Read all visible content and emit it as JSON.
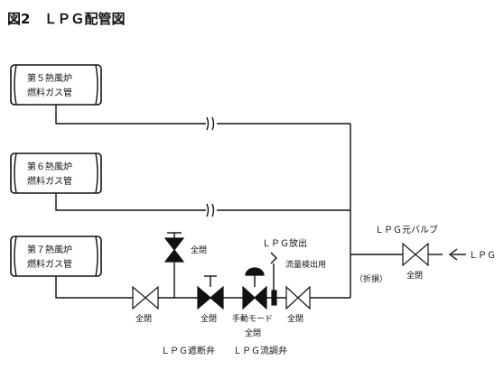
{
  "title": "図2　ＬＰＧ配管図",
  "heaters": [
    {
      "line1": "第５熱風炉",
      "line2": "燃料ガス管"
    },
    {
      "line1": "第６熱風炉",
      "line2": "燃料ガス管"
    },
    {
      "line1": "第７熱風炉",
      "line2": "燃料ガス管"
    }
  ],
  "labels": {
    "vent_valve_state": "全閉",
    "valve1_state": "全閉",
    "shutoff_state": "全閉",
    "control_mode": "手動モード",
    "control_state": "全閉",
    "valve_after_state": "全閉",
    "lpg_release": "ＬＰＧ放出",
    "flow_detection": "流量検出用",
    "break_note": "（折損）",
    "main_valve_name": "ＬＰＧ元バルブ",
    "main_valve_state": "全閉",
    "lpg_source": "ＬＰＧ",
    "shutoff_valve_name": "ＬＰＧ遮断弁",
    "control_valve_name": "ＬＰＧ流調弁"
  }
}
